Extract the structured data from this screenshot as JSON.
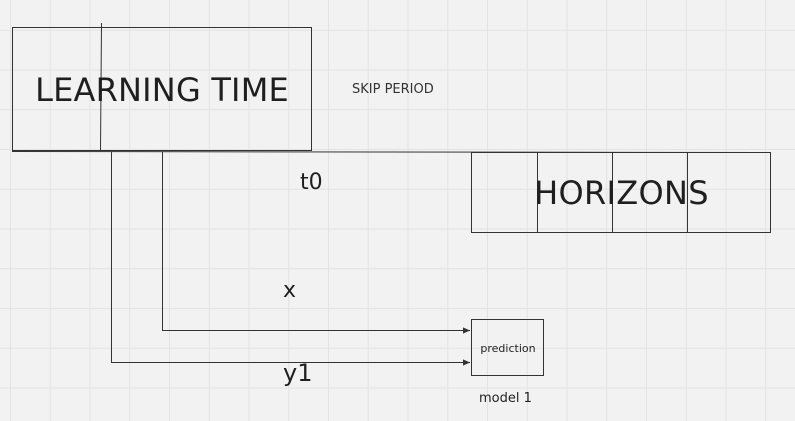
{
  "diagram": {
    "nodes": {
      "learning_time": "LEARNING TIME",
      "horizons": "HORIZONS",
      "prediction": "prediction"
    },
    "labels": {
      "skip_period": "SKIP PERIOD",
      "t0": "t0",
      "x": "x",
      "y1": "y1",
      "model": "model 1"
    },
    "colors": {
      "background": "#f2f2f2",
      "grid": "#e3e3e3",
      "stroke": "#333333",
      "text": "#1f1f1f"
    }
  }
}
